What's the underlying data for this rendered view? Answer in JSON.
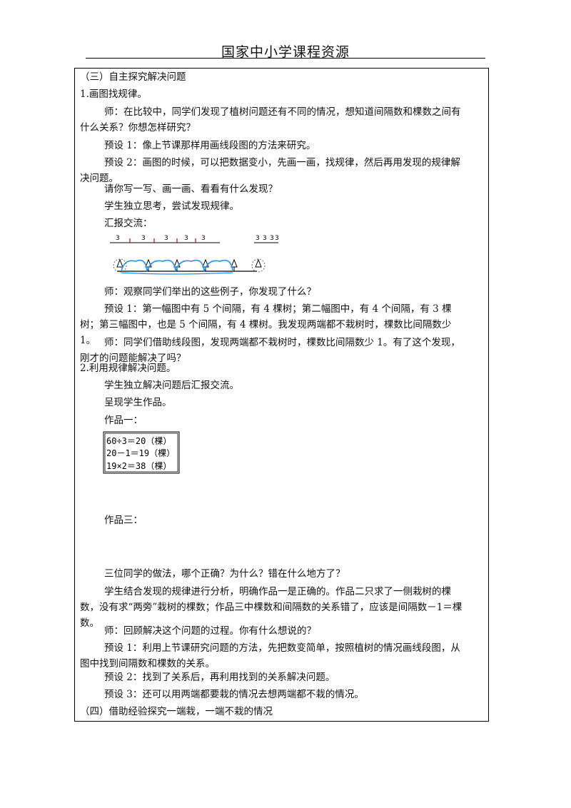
{
  "header": {
    "title": "国家中小学课程资源"
  },
  "section3": {
    "heading": "（三）自主探究解决问题",
    "step1": "1.画图找规律。",
    "teacher1": "师：在比较中，同学们发现了植树问题还有不同的情况，想知道间隔数和棵数之间有什么关系？你想怎样研究？",
    "preset1": "预设 1：像上节课那样用画线段图的方法来研究。",
    "preset2": "预设 2：画图的时候，可以把数据变小，先画一画，找规律，然后再用发现的规律解决问题。",
    "prompt": "请你写一写、画一画、看看有什么发现？",
    "student1": "学生独立思考，尝试发现规律。",
    "report": "汇报交流：",
    "sketch": {
      "left_marks": [
        "3",
        "3",
        "3",
        "3",
        "3"
      ],
      "right_marks": [
        "3",
        "3",
        "3",
        "3"
      ]
    },
    "teacher2": "师：观察同学们举出的这些例子，你发现了什么？",
    "preset3": "预设 1：第一幅图中有 5 个间隔，有 4 棵树；第二幅图中，有 4 个间隔，有 3 棵树；第三幅图中，也是 5 个间隔，有 4 棵树。我发现两端都不栽树时，棵数比间隔数少 1。",
    "teacher3": "师：同学们借助线段图，发现两端都不栽树时，棵数比间隔数少 1。有了这个发现，刚才的问题能解决了吗？",
    "step2": "2.利用规律解决问题。",
    "student2": "学生独立解决问题后汇报交流。",
    "present": "呈现学生作品。",
    "work1_label": "作品一：",
    "work1_lines": [
      "60÷3＝20（棵）",
      "20－1＝19（棵）",
      "19×2＝38（棵）"
    ],
    "work3_label": "作品三：",
    "question": "三位同学的做法，哪个正确？为什么？错在什么地方了？",
    "analysis": "学生结合发现的规律进行分析，明确作品一是正确的。作品二只求了一侧栽树的棵数，没有求“两旁”栽树的棵数；作品三中棵数和间隔数的关系错了，应该是间隔数－1＝棵数。",
    "teacher4": "师：回顾解决这个问题的过程。你有什么想说的？",
    "preset4": "预设 1：利用上节课研究问题的方法，先把数变简单，按照植树的情况画线段图，从图中找到间隔数和棵数的关系。",
    "preset5": "预设 2：找到了关系后，再利用找到的关系解决问题。",
    "preset6": "预设 3：还可以用两端都要栽的情况去想两端都不栽的情况。"
  },
  "section4": {
    "heading": "（四）借助经验探究一端栽，一端不栽的情况"
  }
}
